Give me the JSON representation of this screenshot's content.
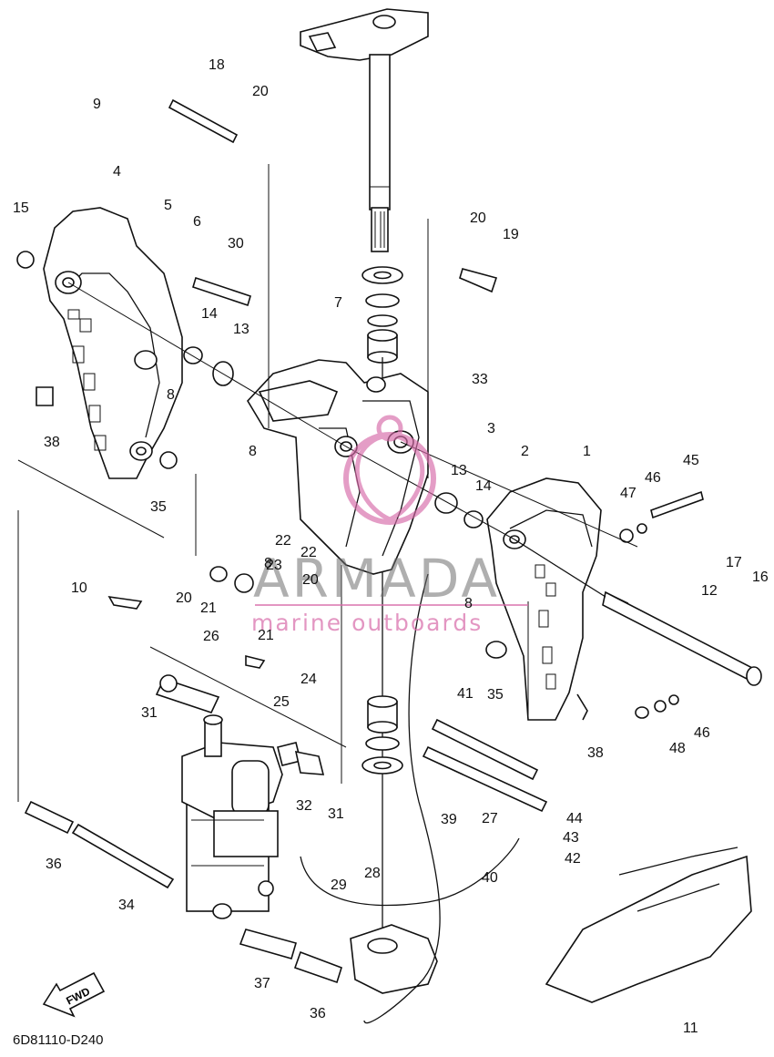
{
  "diagram": {
    "drawing_code": "6D81110-D240",
    "direction_label": "FWD",
    "watermark": {
      "brand": "ARMADA",
      "tagline": "marine outboards"
    },
    "callouts": [
      "1",
      "2",
      "3",
      "4",
      "5",
      "6",
      "7",
      "8",
      "8",
      "8",
      "8",
      "9",
      "10",
      "11",
      "12",
      "13",
      "13",
      "14",
      "14",
      "15",
      "16",
      "17",
      "18",
      "19",
      "20",
      "20",
      "20",
      "20",
      "21",
      "21",
      "22",
      "22",
      "23",
      "24",
      "25",
      "26",
      "27",
      "28",
      "29",
      "30",
      "31",
      "31",
      "32",
      "33",
      "34",
      "35",
      "35",
      "36",
      "36",
      "37",
      "38",
      "38",
      "39",
      "40",
      "41",
      "42",
      "43",
      "44",
      "45",
      "46",
      "46",
      "47",
      "48"
    ]
  },
  "colors": {
    "line": "#111111",
    "background": "#ffffff",
    "watermark_pink": "#d76aa8",
    "watermark_gray": "#6d6d6d"
  }
}
